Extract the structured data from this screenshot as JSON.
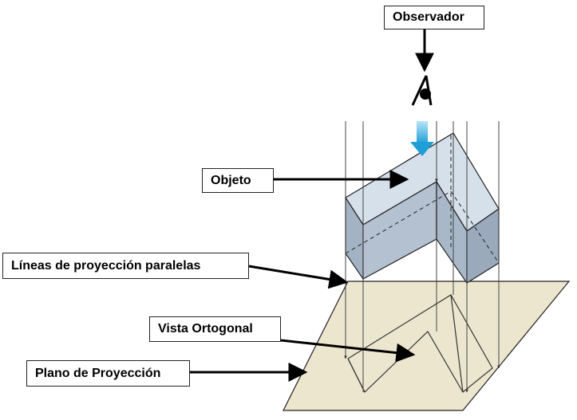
{
  "labels": {
    "observer": "Observador",
    "object": "Objeto",
    "parallel_lines": "Líneas de proyección paralelas",
    "orthographic_view": "Vista Ortogonal",
    "projection_plane": "Plano de Proyección"
  },
  "colors": {
    "plane_fill": "#ede6cf",
    "object_top": "#d6e0ea",
    "object_front": "#a8b6c6",
    "object_right": "#9eadbe",
    "direction_arrow": "#29abe2",
    "stroke": "#222222"
  },
  "icons": [
    "eye-icon",
    "direction-arrow-icon"
  ]
}
